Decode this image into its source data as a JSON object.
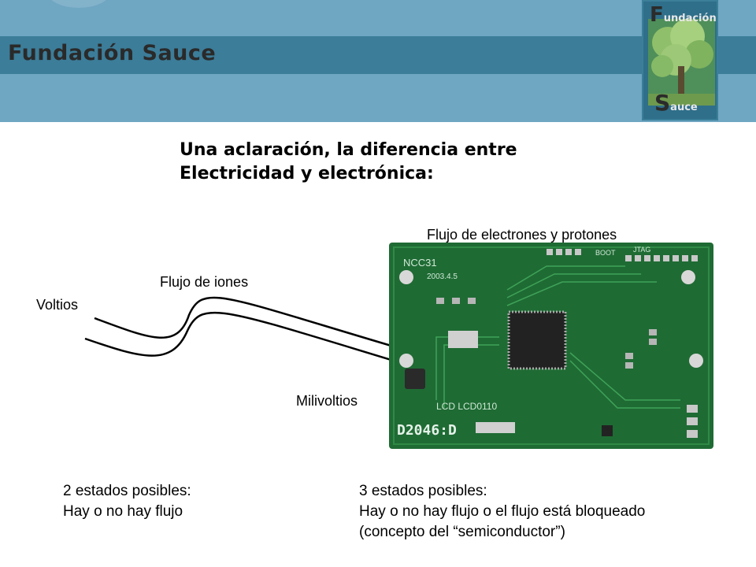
{
  "header": {
    "brand": "Fundación Sauce",
    "logo": {
      "top": "undación",
      "top_initial": "F",
      "bottom": "auce",
      "bottom_initial": "S"
    }
  },
  "title": {
    "line1": "Una aclaración, la diferencia entre",
    "line2": "Electricidad y electrónica:"
  },
  "labels": {
    "voltios": "Voltios",
    "flujo_iones": "Flujo de iones",
    "milivoltios": "Milivoltios",
    "flujo_electrones": "Flujo de electrones y protones"
  },
  "pcb": {
    "ncc": "NCC31",
    "date": "2003.4.5",
    "lcd": "LCD LCD0110",
    "serial": "D2046:D",
    "boot": "BOOT",
    "jtag": "JTAG"
  },
  "left_text": {
    "line1": "2 estados posibles:",
    "line2": "Hay o no hay flujo"
  },
  "right_text": {
    "line1": "3 estados posibles:",
    "line2": "Hay o no hay flujo o el flujo está bloqueado",
    "line3": "(concepto del “semiconductor”)"
  },
  "colors": {
    "header": "#6fa6c2",
    "band": "#3c7d99",
    "pcb": "#1f6b34"
  }
}
